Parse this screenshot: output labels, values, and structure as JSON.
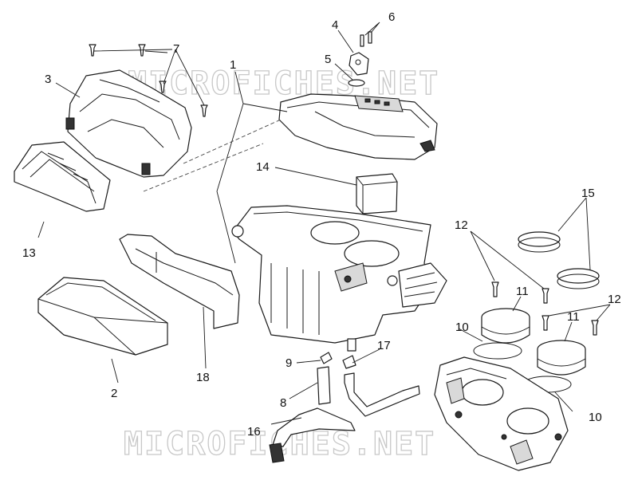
{
  "watermark": "MICROFICHES.NET",
  "labels": [
    "1",
    "2",
    "3",
    "4",
    "5",
    "6",
    "7",
    "8",
    "9",
    "10",
    "11",
    "12",
    "13",
    "14",
    "15",
    "16",
    "17",
    "18"
  ]
}
